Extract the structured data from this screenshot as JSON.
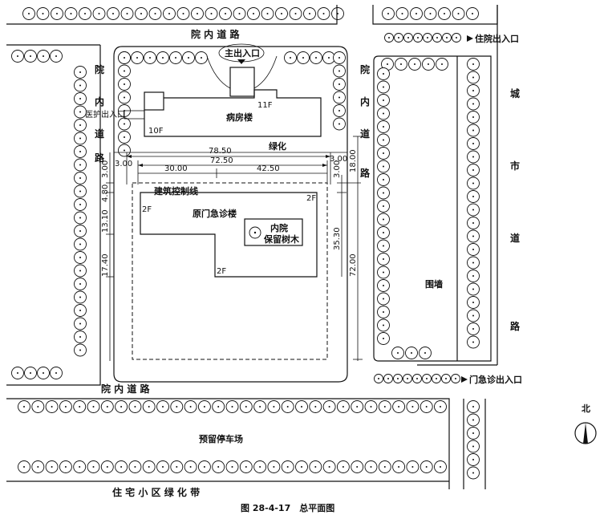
{
  "roads": {
    "inner_top": "院 内 道 路",
    "inner_left": [
      "院",
      "内",
      "道",
      "路"
    ],
    "inner_right": [
      "院",
      "内",
      "道",
      "路"
    ],
    "inner_bottom": "院 内 道 路",
    "city": [
      "城",
      "市",
      "道",
      "路"
    ],
    "green_belt": "住 宅 小 区 绿 化 带"
  },
  "labels": {
    "main_entrance": "主出入口",
    "ward_entrance": "住院出入口",
    "medical_entrance": "医护出入口",
    "emergency_entrance": "门急诊出入口",
    "ward_building": "病房楼",
    "floors_10": "10F",
    "floors_11": "11F",
    "greening": "绿化",
    "control_line": "建筑控制线",
    "old_building": "原门急诊楼",
    "floors_2a": "2F",
    "floors_2b": "2F",
    "floors_2c": "2F",
    "courtyard": "内院",
    "tree_keep": "保留树木",
    "wall": "围墙",
    "parking": "预留停车场",
    "north": "北",
    "caption": "图 28-4-17　总平面图"
  },
  "dimensions": {
    "d_78_50": "78.50",
    "d_72_50": "72.50",
    "d_30_00": "30.00",
    "d_42_50": "42.50",
    "d_3_00_left": "3.00",
    "d_3_00_right": "3.00",
    "d_3_00_vleft": "3.00",
    "d_4_80": "4.80",
    "d_13_10": "13.10",
    "d_17_40": "17.40",
    "d_3_00_vright": "3.00",
    "d_18_00": "18.00",
    "d_35_30": "35.30",
    "d_72_00": "72.00"
  }
}
